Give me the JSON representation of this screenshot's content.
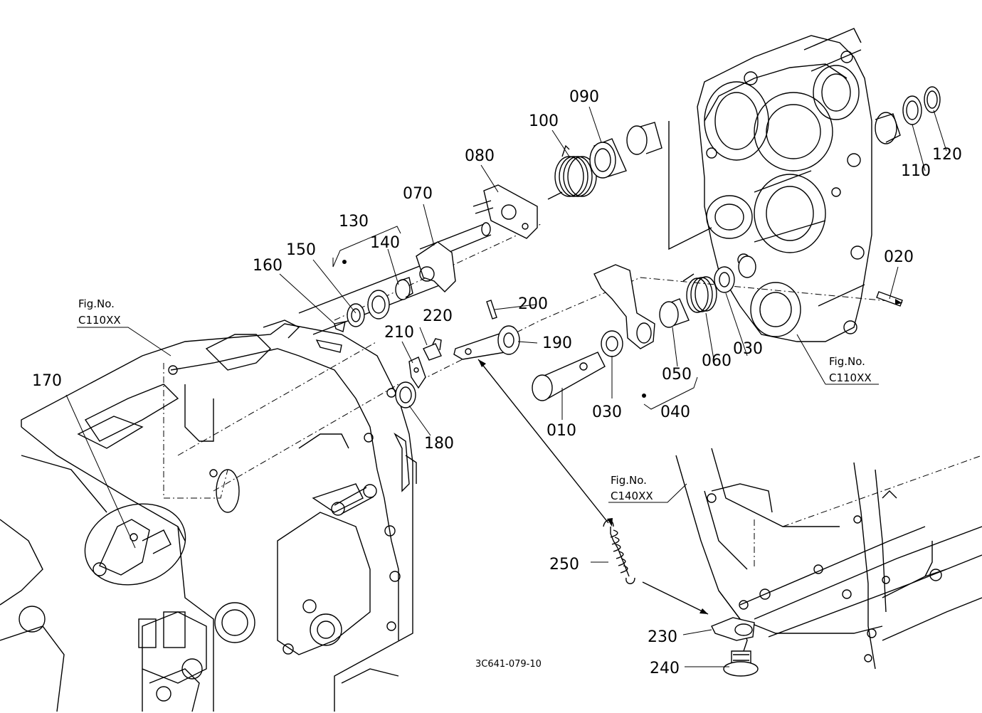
{
  "parts": [
    {
      "id": "p010",
      "label": "010"
    },
    {
      "id": "p020",
      "label": "020"
    },
    {
      "id": "p030a",
      "label": "030"
    },
    {
      "id": "p030b",
      "label": "030"
    },
    {
      "id": "p040",
      "label": "040"
    },
    {
      "id": "p050",
      "label": "050"
    },
    {
      "id": "p060",
      "label": "060"
    },
    {
      "id": "p070",
      "label": "070"
    },
    {
      "id": "p080",
      "label": "080"
    },
    {
      "id": "p090",
      "label": "090"
    },
    {
      "id": "p100",
      "label": "100"
    },
    {
      "id": "p110",
      "label": "110"
    },
    {
      "id": "p120",
      "label": "120"
    },
    {
      "id": "p130",
      "label": "130"
    },
    {
      "id": "p140",
      "label": "140"
    },
    {
      "id": "p150",
      "label": "150"
    },
    {
      "id": "p160",
      "label": "160"
    },
    {
      "id": "p170",
      "label": "170"
    },
    {
      "id": "p180",
      "label": "180"
    },
    {
      "id": "p190",
      "label": "190"
    },
    {
      "id": "p200",
      "label": "200"
    },
    {
      "id": "p210",
      "label": "210"
    },
    {
      "id": "p220",
      "label": "220"
    },
    {
      "id": "p230",
      "label": "230"
    },
    {
      "id": "p240",
      "label": "240"
    },
    {
      "id": "p250",
      "label": "250"
    }
  ],
  "figure_refs": [
    {
      "line1": "Fig.No.",
      "line2": "C110XX"
    },
    {
      "line1": "Fig.No.",
      "line2": "C110XX"
    },
    {
      "line1": "Fig.No.",
      "line2": "C140XX"
    }
  ],
  "drawing_code": "3C641-079-10",
  "colors": {
    "ink": "#000000",
    "paper": "#ffffff"
  }
}
